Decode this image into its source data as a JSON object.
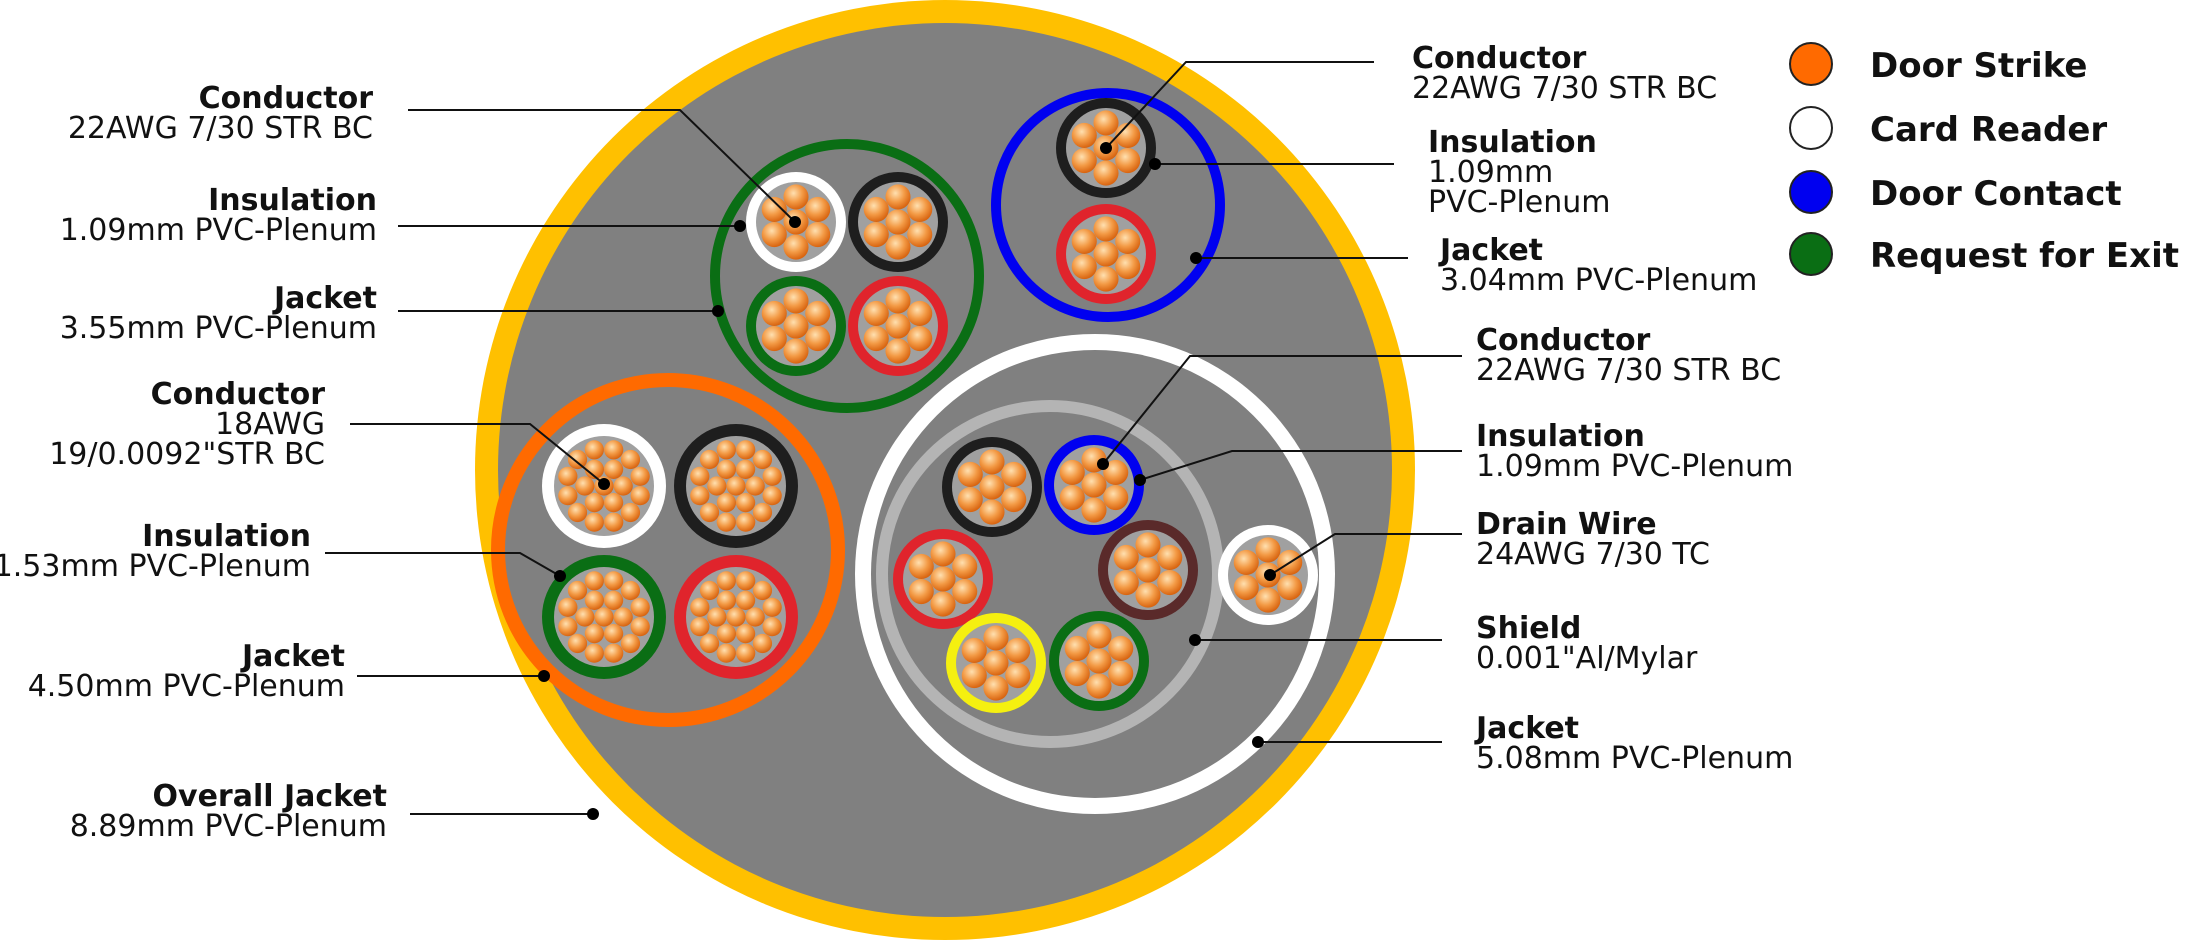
{
  "colors": {
    "overall_jacket": "#FFC000",
    "fill": "#808080",
    "door_strike": "#FF6A00",
    "card_reader": "#FFFFFF",
    "door_contact": "#0000F0",
    "request_for_exit": "#0A6E14",
    "black": "#1E1E1E",
    "red": "#E0242C",
    "yellow": "#F5F010",
    "brown": "#5A2A2A",
    "shield": "#B4B4B4",
    "copper": "#F08A2A"
  },
  "legend": [
    {
      "label": "Door Strike",
      "color": "#FF6A00"
    },
    {
      "label": "Card Reader",
      "color": "#FFFFFF"
    },
    {
      "label": "Door Contact",
      "color": "#0000F0"
    },
    {
      "label": "Request for Exit",
      "color": "#0A6E14"
    }
  ],
  "left_labels": [
    {
      "title": "Conductor",
      "desc": [
        "22AWG 7/30  STR BC"
      ]
    },
    {
      "title": "Insulation",
      "desc": [
        "1.09mm PVC-Plenum"
      ]
    },
    {
      "title": "Jacket",
      "desc": [
        "3.55mm PVC-Plenum"
      ]
    },
    {
      "title": "Conductor",
      "desc": [
        "18AWG",
        "19/0.0092\"STR BC"
      ]
    },
    {
      "title": "Insulation",
      "desc": [
        "1.53mm PVC-Plenum"
      ]
    },
    {
      "title": "Jacket",
      "desc": [
        "4.50mm PVC-Plenum"
      ]
    },
    {
      "title": "Overall Jacket",
      "desc": [
        "8.89mm PVC-Plenum"
      ]
    }
  ],
  "right_labels": [
    {
      "title": "Conductor",
      "desc": [
        "22AWG 7/30 STR BC"
      ]
    },
    {
      "title": "Insulation",
      "desc": [
        "1.09mm",
        "PVC-Plenum"
      ]
    },
    {
      "title": "Jacket",
      "desc": [
        "3.04mm PVC-Plenum"
      ]
    },
    {
      "title": "Conductor",
      "desc": [
        "22AWG 7/30 STR BC"
      ]
    },
    {
      "title": "Insulation",
      "desc": [
        "1.09mm PVC-Plenum"
      ]
    },
    {
      "title": "Drain Wire",
      "desc": [
        "24AWG 7/30 TC"
      ]
    },
    {
      "title": "Shield",
      "desc": [
        "0.001\"Al/Mylar"
      ]
    },
    {
      "title": "Jacket",
      "desc": [
        "5.08mm PVC-Plenum"
      ]
    }
  ]
}
